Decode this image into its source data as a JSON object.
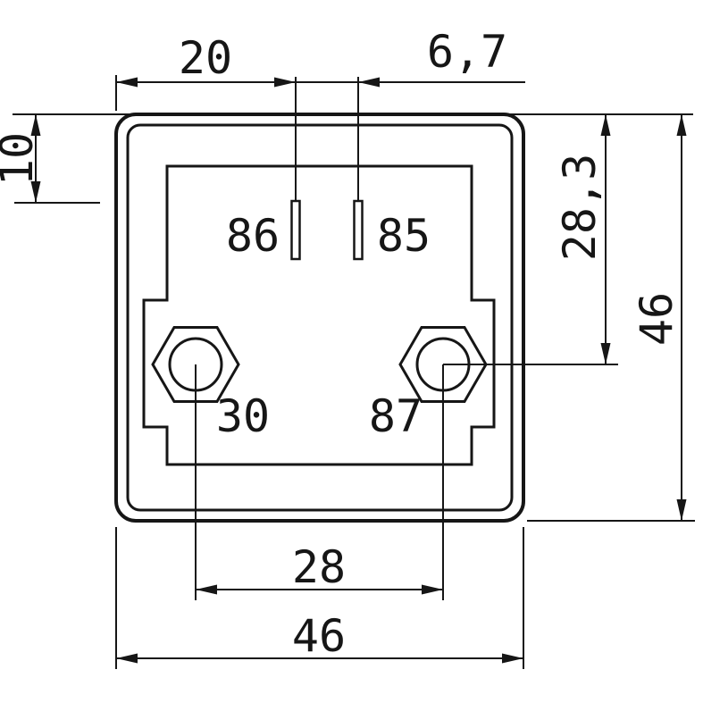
{
  "drawing": {
    "colors": {
      "background": "#ffffff",
      "ink": "#161616"
    },
    "terminal_labels": {
      "slot_left": "86",
      "slot_right": "85",
      "post_left": "30",
      "post_right": "87"
    },
    "dimensions": {
      "top_left": "20",
      "top_right": "6,7",
      "left_side": "10",
      "right_inner": "28,3",
      "right_outer": "46",
      "bottom_inner": "28",
      "bottom_outer": "46"
    }
  }
}
